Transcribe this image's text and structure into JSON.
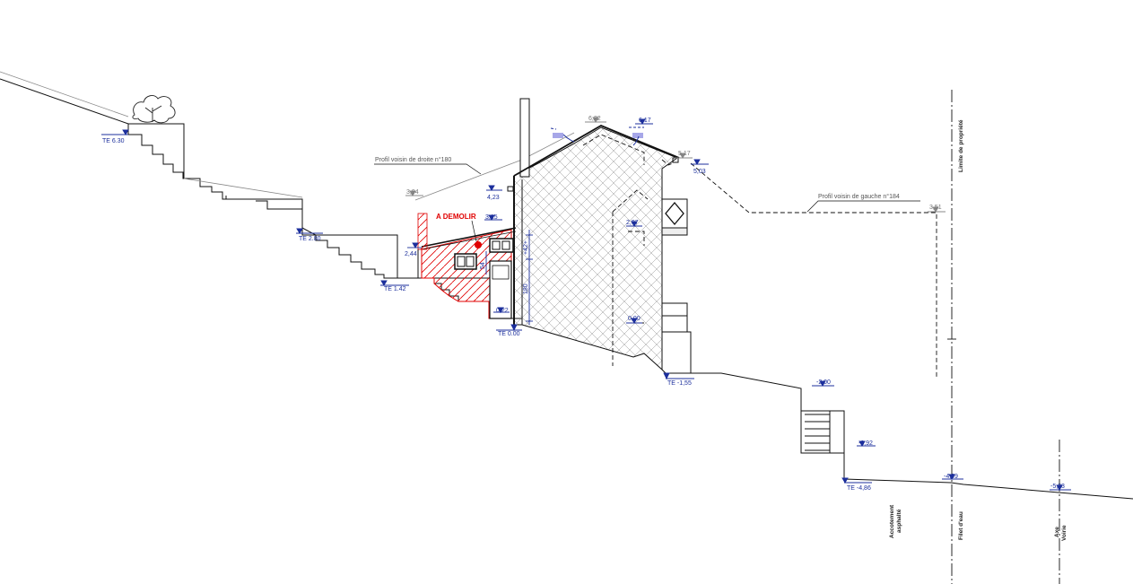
{
  "levels": {
    "te_630": "TE 6.30",
    "te_280": "TE 2.80",
    "te_142": "TE 1.42",
    "te_000": "TE 0.00",
    "te_m155": "TE -1,55",
    "te_m486": "TE -4,86",
    "l_622": "6,22",
    "l_617": "6,17",
    "l_517": "5,17",
    "l_503": "5,03",
    "l_423": "4,23",
    "l_394": "3,94",
    "l_351": "3,51",
    "l_315": "3,15",
    "l_297": "2,97",
    "l_244": "2,44",
    "l_022": "0,22",
    "l_000": "0,00",
    "l_m200": "-2,00",
    "l_m392": "-3,92",
    "l_m499": "-4,99",
    "l_m523": "-5,23"
  },
  "dimensions": {
    "d_180": "180",
    "d_421": "+42+",
    "d_54": "54"
  },
  "notes": {
    "profile_right": "Profil voisin de droite n°180",
    "profile_left": "Profil voisin de gauche n°184",
    "demolish": "A DEMOLIR",
    "property_limit": "Limite de propriété",
    "asphalt_shoulder_1": "Accotement",
    "asphalt_shoulder_2": "asphalté",
    "gutter": "Filet d'eau",
    "road_axis_1": "Axe",
    "road_axis_2": "Voirie"
  },
  "colors": {
    "line": "#111111",
    "level_marker": "#1c2f9c",
    "demolish": "#e00000",
    "hatch": "#8a8a8a",
    "reference_grey": "#888888"
  }
}
